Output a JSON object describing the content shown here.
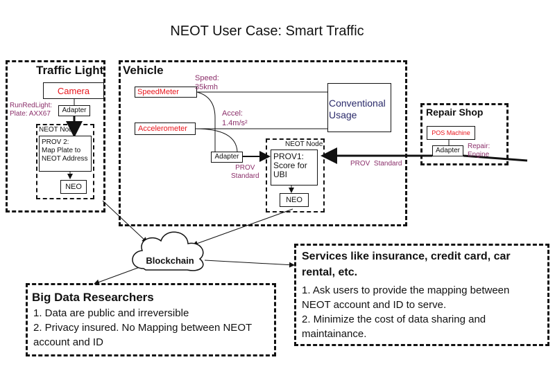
{
  "title": "NEOT User Case: Smart Traffic",
  "traffic_light": {
    "title": "Traffic Light",
    "camera": "Camera",
    "run_red_light": "RunRedLight:",
    "plate": "Plate: AXX67",
    "adapter": "Adapter",
    "neot_node": "NEOT Node",
    "prov2": "PROV 2:\nMap Plate to\nNEOT Address",
    "neo": "NEO"
  },
  "vehicle": {
    "title": "Vehicle",
    "speedometer": "SpeedMeter",
    "speed_label": "Speed:",
    "speed_value": "35kmh",
    "accelerometer": "Accelerometer",
    "accel_label": "Accel:",
    "accel_value": "1.4m/s²",
    "conventional_usage": "Conventional\nUsage",
    "adapter": "Adapter",
    "prov_standard": "PROV\nStandard",
    "neot_node": "NEOT Node",
    "prov1": "PROV1:\nScore for\nUBI",
    "neo": "NEO"
  },
  "repair_shop": {
    "title": "Repair Shop",
    "pos_machine": "POS Machine",
    "adapter": "Adapter",
    "repair_label": "Repair:\nEngine",
    "prov_standard": "PROV  Standard"
  },
  "blockchain": {
    "label": "Blockchain"
  },
  "services": {
    "title": "Services like insurance, credit card, car rental, etc.",
    "line1": "1. Ask users to provide the mapping between NEOT account and ID to serve.",
    "line2": "2. Minimize the cost of data sharing and maintainance."
  },
  "researchers": {
    "title": "Big Data Researchers",
    "line1": "1. Data are public and irreversible",
    "line2": "2. Privacy insured. No Mapping between NEOT account and ID"
  },
  "colors": {
    "sensor_red": "#e8141b",
    "annotation_purple": "#8b2f6a",
    "usage_navy": "#2a2a6a"
  }
}
